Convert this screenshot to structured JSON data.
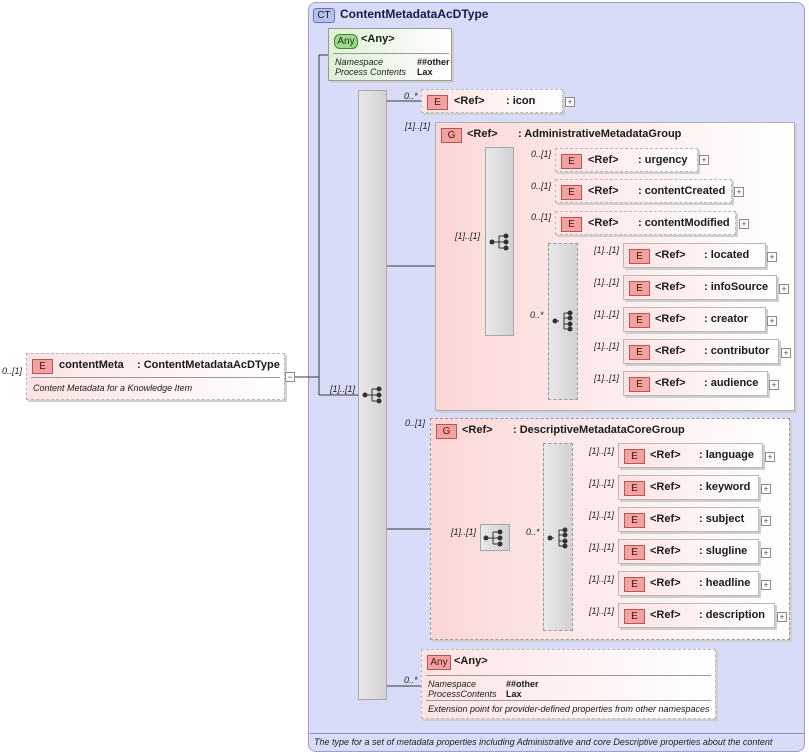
{
  "root": {
    "multiplicity": "0..[1]",
    "badge": "E",
    "name": "contentMeta",
    "type": ": ContentMetadataAcDType",
    "doc": "Content Metadata for a Knowledge Item",
    "collapse": "−"
  },
  "complex_type": {
    "badge": "CT",
    "title": "ContentMetadataAcDType",
    "doc": "The type for a  set of metadata properties including Administrative and core Descriptive properties about the content"
  },
  "any_top": {
    "badge": "Any",
    "title": "<Any>",
    "ns_key": "Namespace",
    "ns_val": "##other",
    "pc_key": "Process Contents",
    "pc_val": "Lax"
  },
  "main_sequence": {
    "multiplicity": "[1]..[1]"
  },
  "icon_elem": {
    "multiplicity": "0..*",
    "badge": "E",
    "ref": "<Ref>",
    "name": ": icon"
  },
  "admin_group": {
    "multiplicity": "[1]..[1]",
    "badge": "G",
    "ref": "<Ref>",
    "name": ": AdministrativeMetadataGroup",
    "seq_multiplicity": "[1]..[1]",
    "elements": [
      {
        "multiplicity": "0..[1]",
        "badge": "E",
        "ref": "<Ref>",
        "name": ": urgency"
      },
      {
        "multiplicity": "0..[1]",
        "badge": "E",
        "ref": "<Ref>",
        "name": ": contentCreated"
      },
      {
        "multiplicity": "0..[1]",
        "badge": "E",
        "ref": "<Ref>",
        "name": ": contentModified"
      }
    ],
    "choice_multiplicity": "0..*",
    "choice_elements": [
      {
        "multiplicity": "[1]..[1]",
        "badge": "E",
        "ref": "<Ref>",
        "name": ": located"
      },
      {
        "multiplicity": "[1]..[1]",
        "badge": "E",
        "ref": "<Ref>",
        "name": ": infoSource"
      },
      {
        "multiplicity": "[1]..[1]",
        "badge": "E",
        "ref": "<Ref>",
        "name": ": creator"
      },
      {
        "multiplicity": "[1]..[1]",
        "badge": "E",
        "ref": "<Ref>",
        "name": ": contributor"
      },
      {
        "multiplicity": "[1]..[1]",
        "badge": "E",
        "ref": "<Ref>",
        "name": ": audience"
      }
    ]
  },
  "desc_group": {
    "multiplicity": "0..[1]",
    "badge": "G",
    "ref": "<Ref>",
    "name": ": DescriptiveMetadataCoreGroup",
    "seq_multiplicity": "[1]..[1]",
    "choice_multiplicity": "0..*",
    "elements": [
      {
        "multiplicity": "[1]..[1]",
        "badge": "E",
        "ref": "<Ref>",
        "name": ": language"
      },
      {
        "multiplicity": "[1]..[1]",
        "badge": "E",
        "ref": "<Ref>",
        "name": ": keyword"
      },
      {
        "multiplicity": "[1]..[1]",
        "badge": "E",
        "ref": "<Ref>",
        "name": ": subject"
      },
      {
        "multiplicity": "[1]..[1]",
        "badge": "E",
        "ref": "<Ref>",
        "name": ": slugline"
      },
      {
        "multiplicity": "[1]..[1]",
        "badge": "E",
        "ref": "<Ref>",
        "name": ": headline"
      },
      {
        "multiplicity": "[1]..[1]",
        "badge": "E",
        "ref": "<Ref>",
        "name": ": description"
      }
    ]
  },
  "any_bottom": {
    "multiplicity": "0..*",
    "badge": "Any",
    "title": "<Any>",
    "ns_key": "Namespace",
    "ns_val": "##other",
    "pc_key": "ProcessContents",
    "pc_val": "Lax",
    "doc": "Extension point for provider-defined properties from other namespaces"
  },
  "expand_symbol": "+"
}
